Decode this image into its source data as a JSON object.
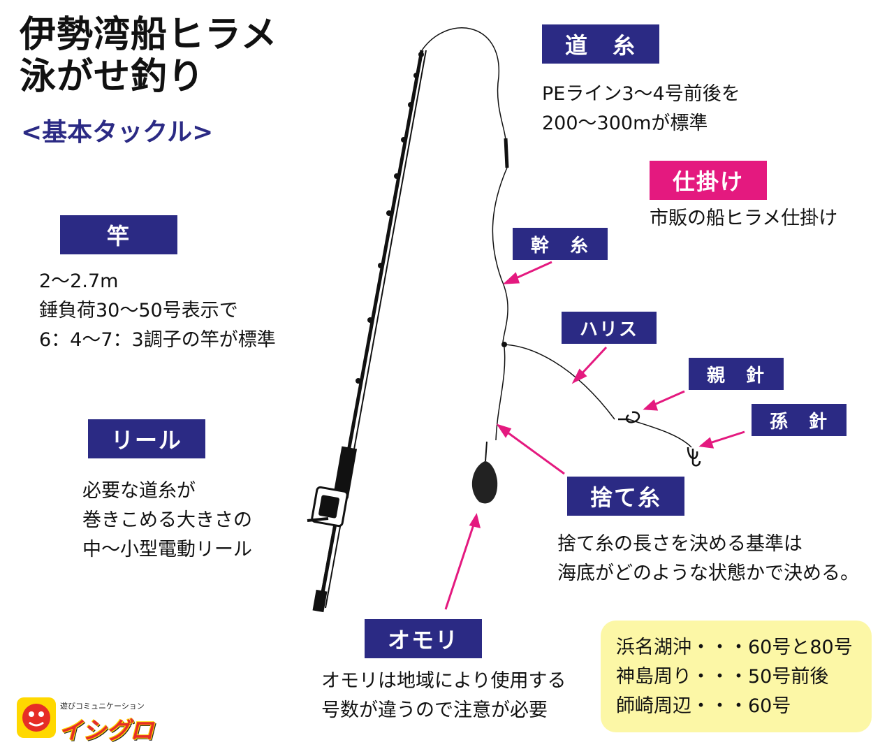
{
  "title": {
    "line1": "伊勢湾船ヒラメ",
    "line2": "泳がせ釣り",
    "subtitle": "<基本タックル>"
  },
  "colors": {
    "label_navy": "#2b2a84",
    "label_pink": "#e4197f",
    "arrow_pink": "#e4197f",
    "note_yellow": "#fcf7a6"
  },
  "sections": {
    "michiito": {
      "label": "道　糸",
      "lines": [
        "PEライン3～4号前後を",
        "200～300mが標準"
      ]
    },
    "shikake": {
      "label": "仕掛け",
      "lines": [
        "市販の船ヒラメ仕掛け"
      ]
    },
    "sao": {
      "label": "竿",
      "lines": [
        "2～2.7m",
        "錘負荷30～50号表示で",
        "6：4～7：3調子の竿が標準"
      ]
    },
    "reel": {
      "label": "リール",
      "lines": [
        "必要な道糸が",
        "巻きこめる大きさの",
        "中～小型電動リール"
      ]
    },
    "sute_ito": {
      "label": "捨て糸",
      "lines": [
        "捨て糸の長さを決める基準は",
        "海底がどのような状態かで決める。"
      ]
    },
    "omori": {
      "label": "オモリ",
      "lines": [
        "オモリは地域により使用する",
        "号数が違うので注意が必要"
      ]
    }
  },
  "diagram_labels": {
    "mikiito": "幹　糸",
    "harisu": "ハリス",
    "oyabari": "親　針",
    "magobari": "孫　針"
  },
  "regions_note": {
    "lines": [
      "浜名湖沖・・・60号と80号",
      "神島周り・・・50号前後",
      "師崎周辺・・・60号"
    ]
  },
  "logo": {
    "caption": "遊びコミュニケーション",
    "word": "イシグロ"
  }
}
